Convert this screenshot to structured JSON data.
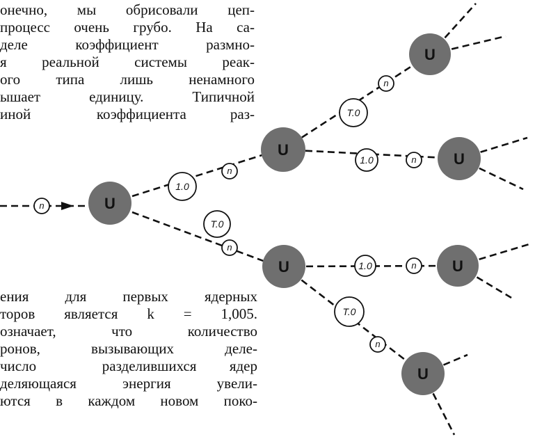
{
  "colors": {
    "nucleus_fill": "#6f6f6f",
    "nucleus_label": "#111111",
    "path_stroke": "#111111",
    "neutron_circle": "#111111",
    "page_background": "#ffffff"
  },
  "text_top": [
    "онечно, мы обрисовали цеп-",
    "процесс очень грубо. На са-",
    "деле коэффициент размно-",
    "я реальной системы реак-",
    "ого типа лишь ненамного",
    "ышает единицу. Типичной",
    "иной   коэффициента  раз-"
  ],
  "text_bottom": [
    "ения для первых ядерных",
    "торов является k = 1,005.",
    "означает,  что  количество",
    "ронов,  вызывающих  деле-",
    "число  разделившихся ядер",
    "деляющаяся энергия увели-",
    "ются в каждом новом поко-"
  ],
  "diagram": {
    "nuclei": [
      {
        "id": "n0",
        "label": "U"
      },
      {
        "id": "n1",
        "label": "U"
      },
      {
        "id": "n2",
        "label": "U"
      },
      {
        "id": "n3",
        "label": "U"
      },
      {
        "id": "n4",
        "label": "U"
      },
      {
        "id": "n5",
        "label": "U"
      },
      {
        "id": "n6",
        "label": "U"
      },
      {
        "id": "n7",
        "label": "U"
      }
    ],
    "markers": [
      {
        "id": "m0",
        "label": "n"
      },
      {
        "id": "m1",
        "label": "1.0"
      },
      {
        "id": "m2",
        "label": "n"
      },
      {
        "id": "m3",
        "label": "T.0"
      },
      {
        "id": "m4",
        "label": "n"
      },
      {
        "id": "m5",
        "label": "T.0"
      },
      {
        "id": "m6",
        "label": "n"
      },
      {
        "id": "m7",
        "label": "1.0"
      },
      {
        "id": "m8",
        "label": "n"
      },
      {
        "id": "m9",
        "label": "1.0"
      },
      {
        "id": "m10",
        "label": "n"
      },
      {
        "id": "m11",
        "label": "T.0"
      },
      {
        "id": "m12",
        "label": "n"
      }
    ]
  }
}
